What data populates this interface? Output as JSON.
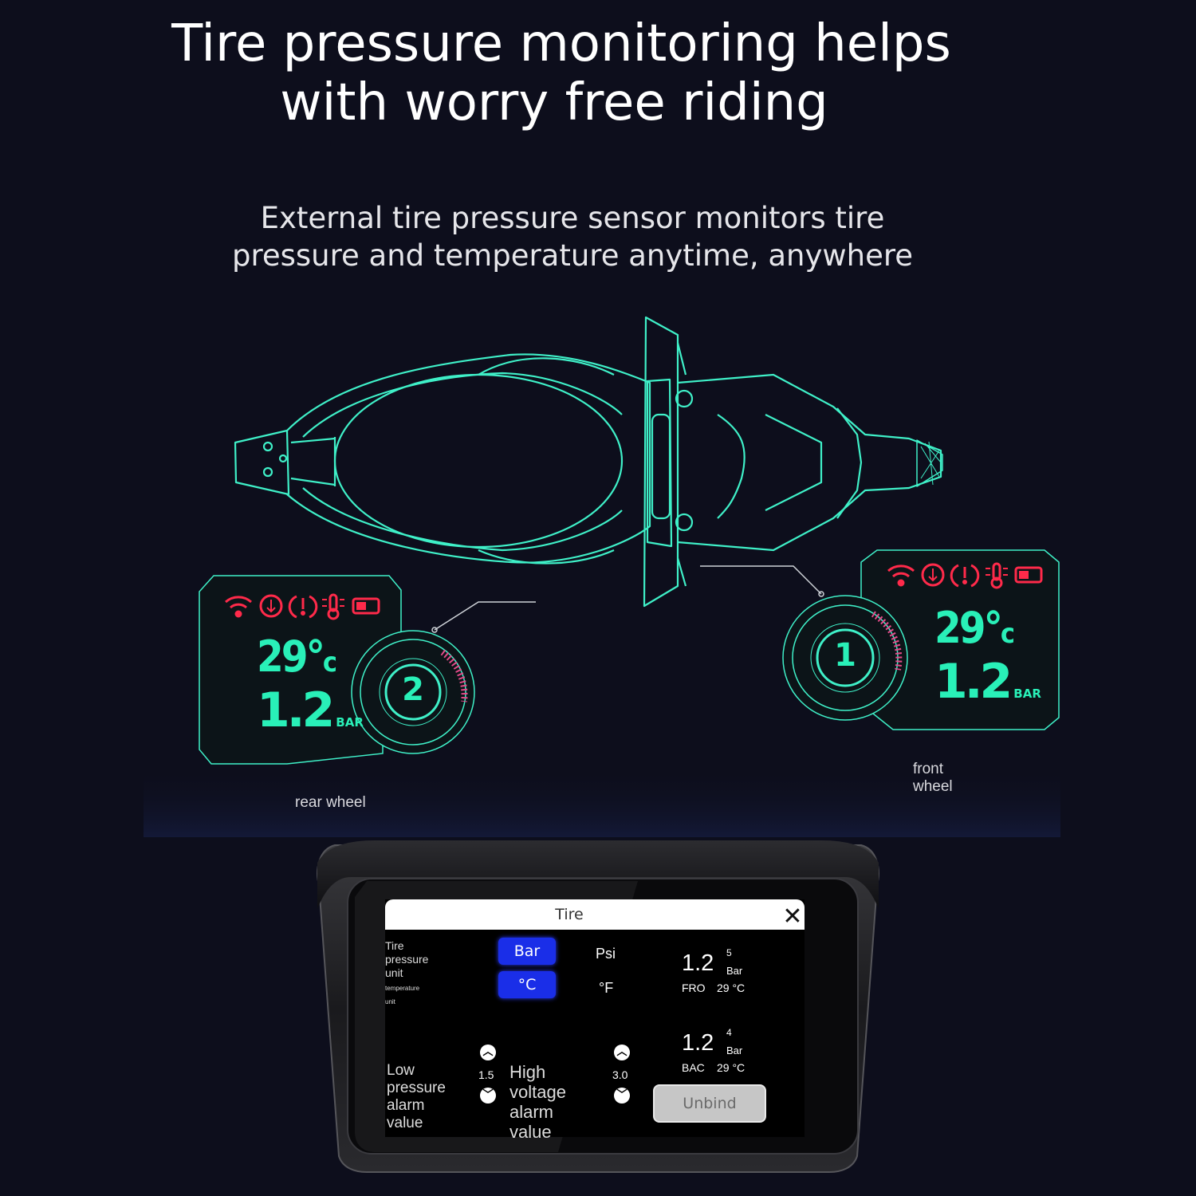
{
  "headline": {
    "line1": "Tire pressure monitoring helps",
    "line2": "with worry free riding"
  },
  "subheadline": {
    "line1": "External tire pressure sensor monitors tire",
    "line2": "pressure and temperature anytime, anywhere"
  },
  "colors": {
    "background": "#0d0e1c",
    "outline": "#3ff0c8",
    "reading": "#29f0b8",
    "alert_icons": "#ff2a4a",
    "unit_active": "#1a2ee8"
  },
  "rear_wheel": {
    "label": "rear wheel",
    "wheel_number": "2",
    "temperature": "29°",
    "temperature_unit": "c",
    "pressure": "1.2",
    "pressure_unit": "BAR",
    "icons": [
      "wifi-icon",
      "power-icon",
      "tire-alert-icon",
      "thermometer-icon",
      "battery-icon"
    ]
  },
  "front_wheel": {
    "label_line1": "front",
    "label_line2": "wheel",
    "wheel_number": "1",
    "temperature": "29°",
    "temperature_unit": "c",
    "pressure": "1.2",
    "pressure_unit": "BAR",
    "icons": [
      "wifi-icon",
      "power-icon",
      "tire-alert-icon",
      "thermometer-icon",
      "battery-icon"
    ]
  },
  "device_screen": {
    "title": "Tire",
    "close_icon": "close-icon",
    "unit_label_lines": [
      "Tire",
      "pressure",
      "unit"
    ],
    "unit_label_small": "temperature",
    "unit_label_small2": "unit",
    "pressure_units": {
      "active": "Bar",
      "inactive": "Psi"
    },
    "temperature_units": {
      "active": "°C",
      "inactive": "°F"
    },
    "front": {
      "pressure": "1.2",
      "index": "5",
      "unit": "Bar",
      "name": "FRO",
      "temp": "29 °C"
    },
    "back": {
      "pressure": "1.2",
      "index": "4",
      "unit": "Bar",
      "name": "BAC",
      "temp": "29 °C"
    },
    "low_alarm": {
      "label_lines": [
        "Low",
        "pressure",
        "alarm",
        "value"
      ],
      "value": "1.5"
    },
    "high_alarm": {
      "label_lines": [
        "High",
        "voltage",
        "alarm",
        "value"
      ],
      "value": "3.0"
    },
    "unbind_label": "Unbind"
  }
}
